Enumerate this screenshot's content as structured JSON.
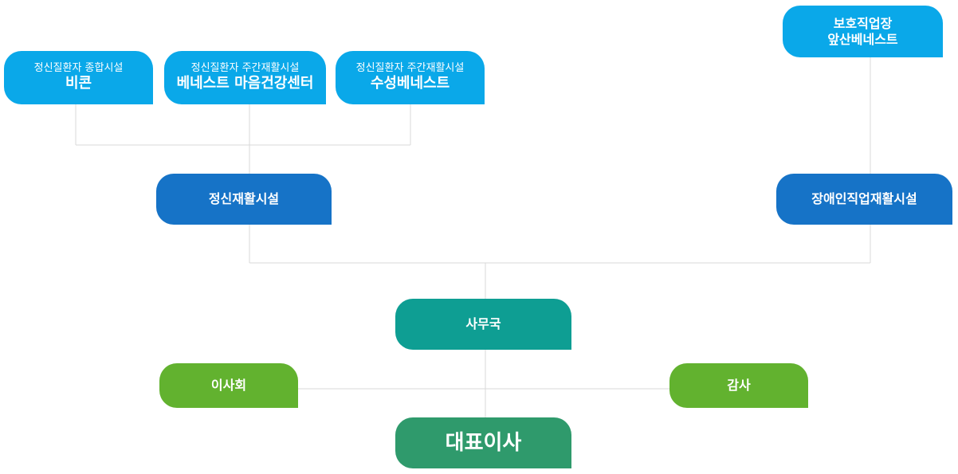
{
  "nodes": {
    "bicon": {
      "subtitle": "정신질환자 종합시설",
      "title": "비콘"
    },
    "benest_center": {
      "subtitle": "정신질환자 주간재활시설",
      "title": "베네스트 마음건강센터"
    },
    "susung": {
      "subtitle": "정신질환자 주간재활시설",
      "title": "수성베네스트"
    },
    "protected_workplace": {
      "line1": "보호직업장",
      "line2": "앞산베네스트"
    },
    "mental_rehab": {
      "title": "정신재활시설"
    },
    "disability_rehab": {
      "title": "장애인직업재활시설"
    },
    "secretariat": {
      "title": "사무국"
    },
    "board": {
      "title": "이사회"
    },
    "auditor": {
      "title": "감사"
    },
    "ceo": {
      "title": "대표이사"
    }
  },
  "colors": {
    "cyan": "#0aa8e9",
    "blue": "#1673c7",
    "teal": "#0e9e93",
    "lime": "#62b22f",
    "green": "#2f9a6c",
    "connector": "#d9d9d9"
  }
}
